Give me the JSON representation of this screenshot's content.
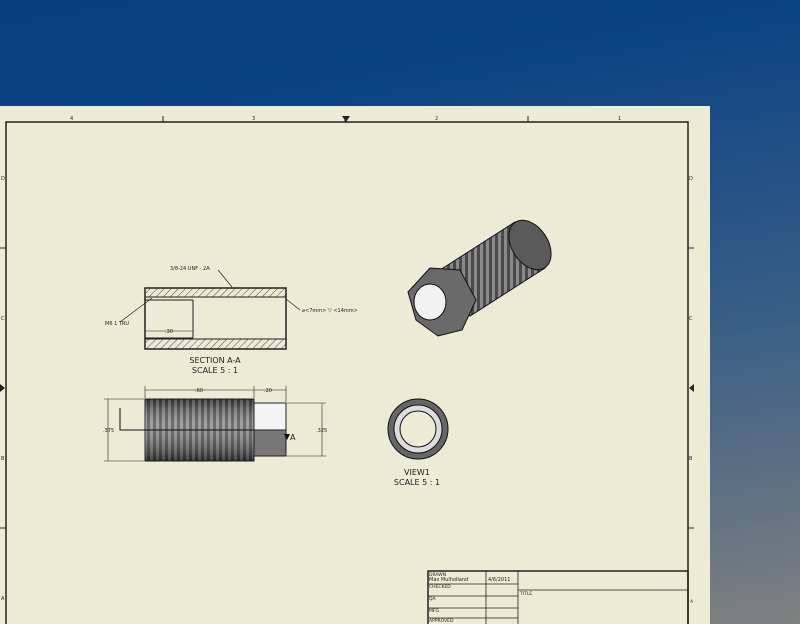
{
  "sheet": {
    "zones_top": [
      "4",
      "3",
      "2",
      "1"
    ],
    "zones_side": [
      "D",
      "C",
      "B",
      "A"
    ]
  },
  "section_view": {
    "thread_note": "3/8-24 UNF - 2A",
    "hole_note": "M6 1 TRU",
    "depth_dim": ".30",
    "counterbore_note": "⌀<7mm> ▽ <14mm>",
    "title": "SECTION A-A",
    "scale": "SCALE 5 : 1"
  },
  "side_view": {
    "dim_length": ".60",
    "dim_neck": ".20",
    "dim_dia_left": ".375",
    "dim_dia_right": ".325",
    "section_marker": "A"
  },
  "end_view": {
    "title": "VIEW1",
    "scale": "SCALE 5 : 1"
  },
  "title_block": {
    "drawn_label": "DRAWN",
    "drawn_by": "Max Mulholland",
    "drawn_date": "4/6/2011",
    "checked_label": "CHECKED",
    "qa_label": "QA",
    "mfg_label": "MFG",
    "approved_label": "APPROVED",
    "title_label": "TITLE",
    "zone": "A"
  }
}
